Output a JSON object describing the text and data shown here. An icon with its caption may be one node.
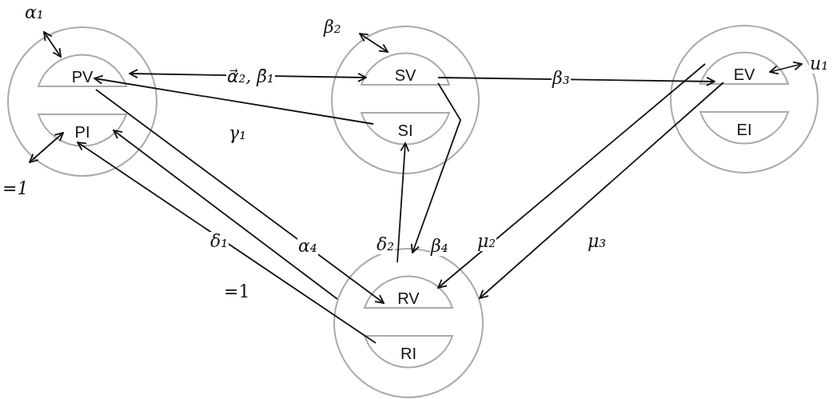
{
  "diagram": {
    "nodes": [
      {
        "text": [],
        "shape": "circle"
      },
      {
        "text": [
          "PV"
        ],
        "in": 0
      },
      {
        "text": [
          "PI"
        ],
        "in": 0
      },
      {
        "text": [],
        "shape": "circle"
      },
      {
        "text": [
          "SV"
        ],
        "in": 3
      },
      {
        "text": [
          "SI"
        ],
        "in": 3
      },
      {
        "text": [],
        "shape": "circle"
      },
      {
        "text": [
          "EV"
        ],
        "in": 6
      },
      {
        "text": [
          "EI"
        ],
        "in": 6
      },
      {
        "text": [],
        "shape": "circle"
      },
      {
        "text": [
          "RV"
        ],
        "in": 9
      },
      {
        "text": [
          "RI"
        ],
        "in": 9
      }
    ],
    "edges": [
      {
        "from": null,
        "to": 1,
        "arrow": "both",
        "label": "α₁"
      },
      {
        "from": null,
        "to": 2,
        "arrow": "both",
        "label": "=1"
      },
      {
        "from": null,
        "to": 4,
        "arrow": "both",
        "label": "β₂"
      },
      {
        "from": 7,
        "to": null,
        "arrow": "both",
        "label": "u₁"
      },
      {
        "from": 1,
        "to": 4,
        "arrow": "both",
        "label": "α⃗₂, β̄₁"
      },
      {
        "from": 5,
        "to": 1,
        "arrow": "to",
        "label": "γ₁"
      },
      {
        "from": 4,
        "to": 7,
        "arrow": "to",
        "label": "β₃"
      },
      {
        "from": 4,
        "to": 9,
        "arrow": "to",
        "label": "β₄"
      },
      {
        "from": 9,
        "to": 5,
        "arrow": "to",
        "label": "δ₂"
      },
      {
        "from": 1,
        "to": 10,
        "arrow": "to",
        "label": "α₄"
      },
      {
        "from": 9,
        "to": 2,
        "arrow": "to"
      },
      {
        "from": 11,
        "to": 2,
        "arrow": "to",
        "label": "δ₁"
      },
      {
        "from": 7,
        "to": 10,
        "arrow": "to",
        "label": "μ₂"
      },
      {
        "from": 7,
        "to": 9,
        "arrow": "to",
        "label": "μ₃"
      }
    ],
    "labels": [
      "=1"
    ]
  }
}
